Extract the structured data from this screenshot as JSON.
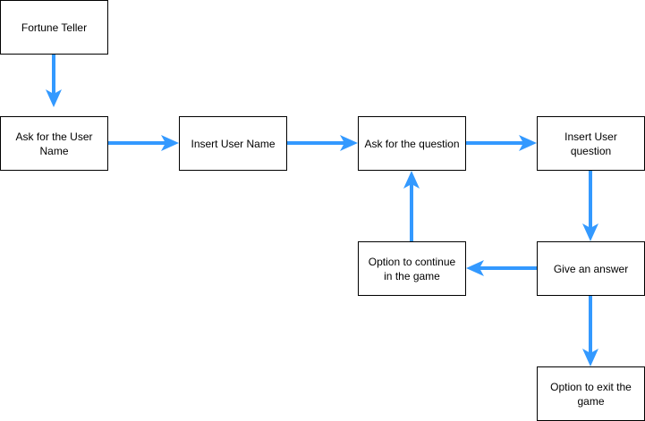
{
  "diagram": {
    "type": "flowchart",
    "edge_color": "#3399FF",
    "nodes": {
      "fortune_teller": "Fortune Teller",
      "ask_user_name": "Ask for the User Name",
      "insert_user_name": "Insert User Name",
      "ask_question": "Ask for the question",
      "insert_user_question": "Insert User question",
      "give_answer": "Give an answer",
      "option_continue": "Option to continue in the game",
      "option_exit": "Option to exit the game"
    },
    "edges": [
      {
        "from": "Fortune Teller",
        "to": "Ask for the User Name"
      },
      {
        "from": "Ask for the User Name",
        "to": "Insert User Name"
      },
      {
        "from": "Insert User Name",
        "to": "Ask for the question"
      },
      {
        "from": "Ask for the question",
        "to": "Insert User question"
      },
      {
        "from": "Insert User question",
        "to": "Give an answer"
      },
      {
        "from": "Give an answer",
        "to": "Option to continue in the game"
      },
      {
        "from": "Option to continue in the game",
        "to": "Ask for the question"
      },
      {
        "from": "Give an answer",
        "to": "Option to exit the game"
      }
    ]
  }
}
